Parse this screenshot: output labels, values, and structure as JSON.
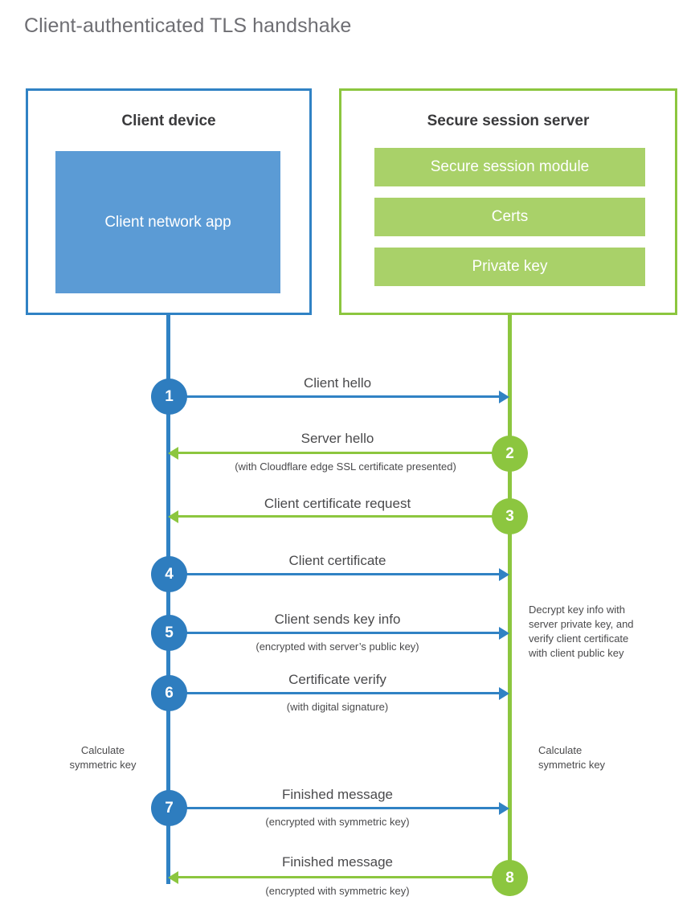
{
  "title": "Client-authenticated TLS handshake",
  "colors": {
    "blue_border": "#3082c4",
    "blue_fill": "#5b9bd5",
    "blue_circle": "#2e7dbf",
    "green_border": "#8cc63f",
    "green_fill": "#a9d169",
    "title_gray": "#6e6e73",
    "text_gray": "#4a4a4c"
  },
  "client": {
    "title": "Client device",
    "app_label": "Client network app"
  },
  "server": {
    "title": "Secure session server",
    "modules": [
      {
        "label": "Secure session module"
      },
      {
        "label": "Certs"
      },
      {
        "label": "Private key"
      }
    ]
  },
  "notes": {
    "client_calculate": "Calculate\nsymmetric key",
    "server_calculate": "Calculate\nsymmetric key",
    "server_decrypt": "Decrypt key info with\nserver private key, and\nverify client certificate\nwith client public key"
  },
  "steps": [
    {
      "number": "1",
      "label": "Client hello",
      "sublabel": "",
      "direction": "client-to-server",
      "color": "blue"
    },
    {
      "number": "2",
      "label": "Server hello",
      "sublabel": "(with Cloudflare edge SSL certificate presented)",
      "direction": "server-to-client",
      "color": "green"
    },
    {
      "number": "3",
      "label": "Client certificate request",
      "sublabel": "",
      "direction": "server-to-client",
      "color": "green"
    },
    {
      "number": "4",
      "label": "Client certificate",
      "sublabel": "",
      "direction": "client-to-server",
      "color": "blue"
    },
    {
      "number": "5",
      "label": "Client sends key info",
      "sublabel": "(encrypted with server’s public key)",
      "direction": "client-to-server",
      "color": "blue"
    },
    {
      "number": "6",
      "label": "Certificate verify",
      "sublabel": "(with digital signature)",
      "direction": "client-to-server",
      "color": "blue"
    },
    {
      "number": "7",
      "label": "Finished message",
      "sublabel": "(encrypted with symmetric key)",
      "direction": "client-to-server",
      "color": "blue"
    },
    {
      "number": "8",
      "label": "Finished message",
      "sublabel": "(encrypted with symmetric key)",
      "direction": "server-to-client",
      "color": "green"
    }
  ]
}
